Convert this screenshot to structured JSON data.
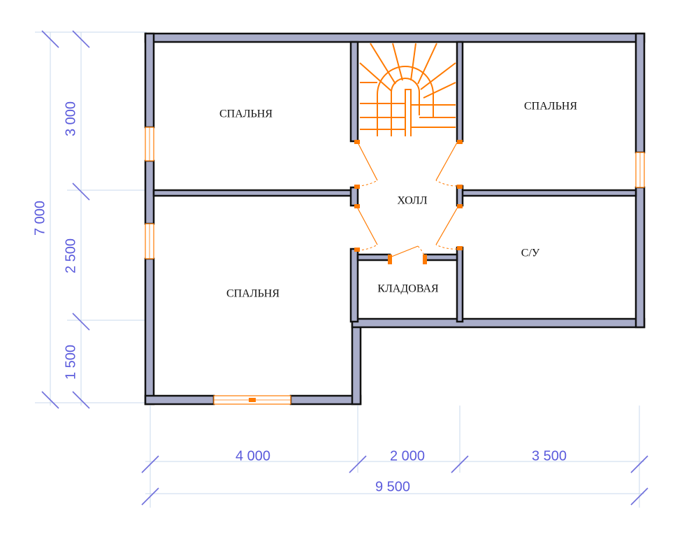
{
  "rooms": {
    "bedroom_top_left": "СПАЛЬНЯ",
    "bedroom_top_right": "СПАЛЬНЯ",
    "bedroom_bottom_left": "СПАЛЬНЯ",
    "hall": "ХОЛЛ",
    "storage": "КЛАДОВАЯ",
    "bathroom": "С/У"
  },
  "dimensions": {
    "left_total": "7 000",
    "left_segments": [
      "3 000",
      "2 500",
      "1 500"
    ],
    "bottom_segments": [
      "4 000",
      "2 000",
      "3 500"
    ],
    "bottom_total": "9 500"
  },
  "colors": {
    "wall_fill": "#a9adc9",
    "outline": "#111111",
    "accent_orange": "#ff7a00",
    "dimension_text": "#5b5bdc",
    "dimension_line": "#c9d8ec"
  }
}
